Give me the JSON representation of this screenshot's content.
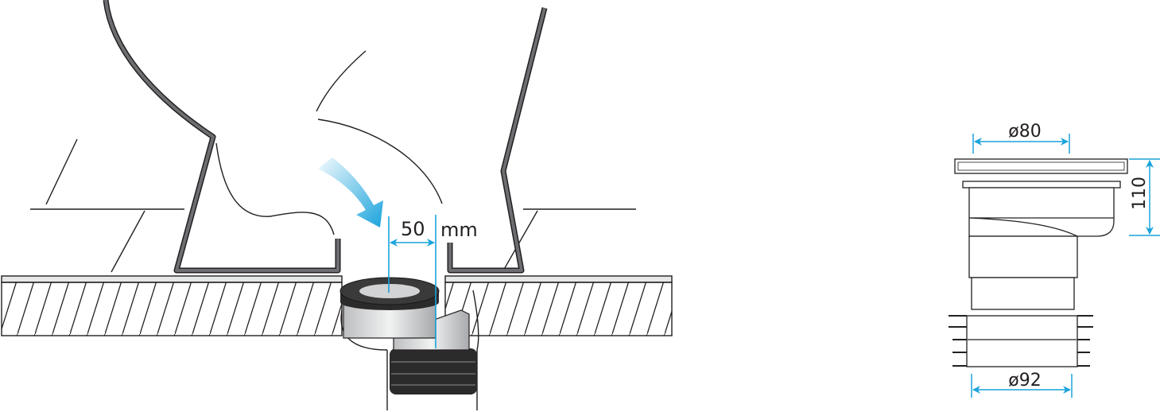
{
  "installation_view": {
    "offset_value": "50",
    "offset_unit": "mm"
  },
  "product_drawing": {
    "top_diameter": "ø80",
    "height": "110",
    "bottom_diameter": "ø92"
  },
  "colors": {
    "dimension": "#1aa3dc",
    "toilet_outline": "#6d6e71",
    "seal": "#2b2b2b"
  }
}
